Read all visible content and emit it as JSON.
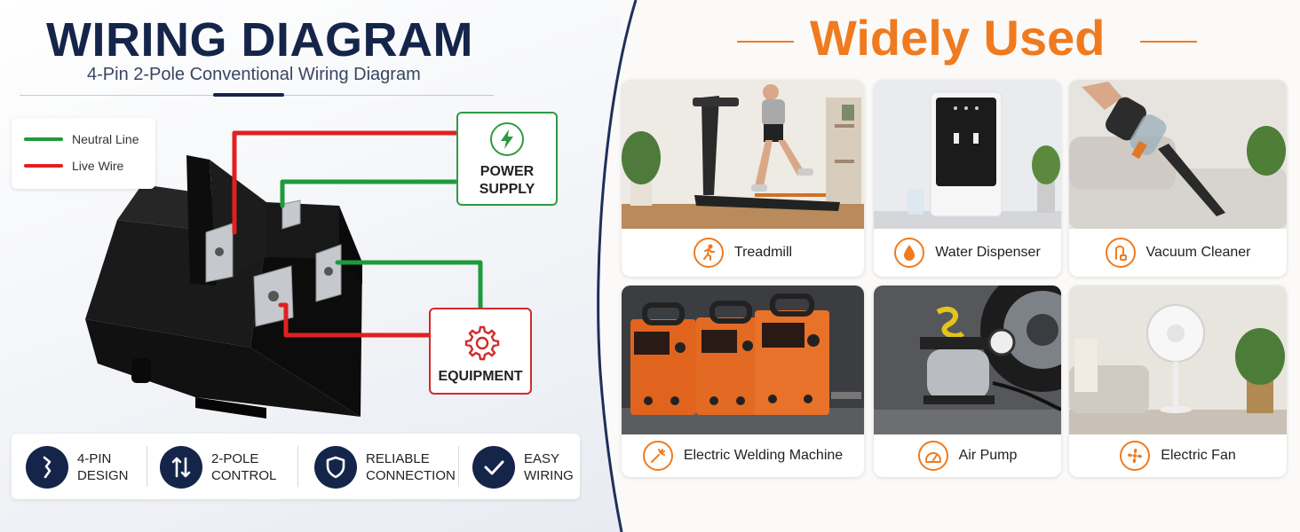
{
  "left": {
    "title": "WIRING DIAGRAM",
    "subtitle": "4-Pin 2-Pole Conventional Wiring Diagram",
    "legend": [
      {
        "label": "Neutral Line",
        "color": "#1e9a3c"
      },
      {
        "label": "Live Wire",
        "color": "#e02020"
      }
    ],
    "power_box": {
      "line1": "POWER",
      "line2": "SUPPLY",
      "icon": "lightning-icon"
    },
    "equipment_box": {
      "label": "EQUIPMENT",
      "icon": "gear-icon"
    },
    "features": [
      {
        "line1": "4-PIN",
        "line2": "DESIGN",
        "icon": "pin-icon"
      },
      {
        "line1": "2-POLE",
        "line2": "CONTROL",
        "icon": "double-arrow-icon"
      },
      {
        "line1": "RELIABLE",
        "line2": "CONNECTION",
        "icon": "shield-icon"
      },
      {
        "line1": "EASY",
        "line2": "WIRING",
        "icon": "checkmark-icon"
      }
    ]
  },
  "right": {
    "title": "Widely Used",
    "cards": [
      {
        "label": "Treadmill",
        "icon": "running-person-icon"
      },
      {
        "label": "Water Dispenser",
        "icon": "water-drop-icon"
      },
      {
        "label": "Vacuum Cleaner",
        "icon": "vacuum-icon"
      },
      {
        "label": "Electric Welding Machine",
        "icon": "welding-spark-icon"
      },
      {
        "label": "Air Pump",
        "icon": "gauge-icon"
      },
      {
        "label": "Electric Fan",
        "icon": "fan-icon"
      }
    ]
  },
  "colors": {
    "navy": "#15254a",
    "orange": "#f07a1e",
    "neutral_green": "#1e9a3c",
    "live_red": "#e02020"
  }
}
